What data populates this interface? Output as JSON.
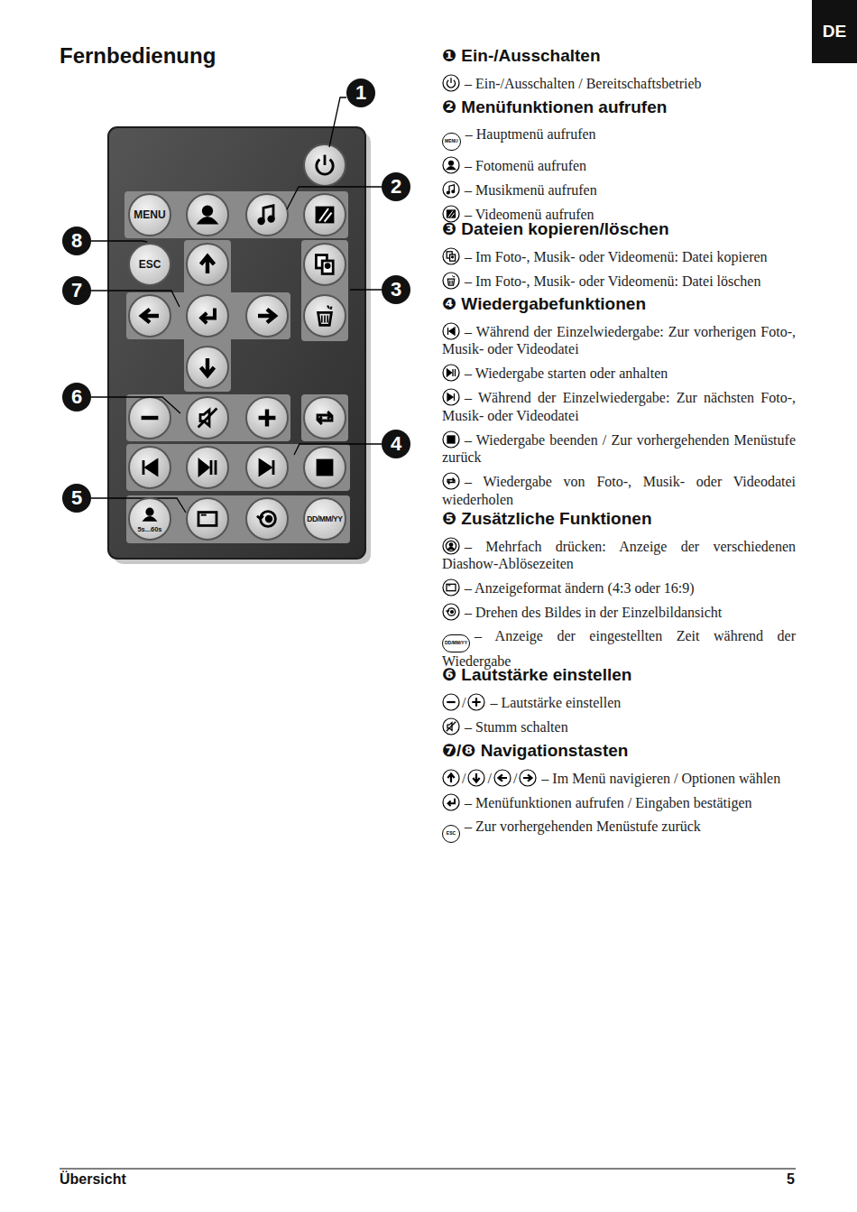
{
  "diagram": {
    "title": "Fernbedienung",
    "nodes": [
      {
        "text": [
          "DE"
        ]
      },
      {
        "text": [
          "1"
        ]
      },
      {
        "text": [
          "2"
        ]
      },
      {
        "text": [
          "3"
        ]
      },
      {
        "text": [
          "4"
        ]
      },
      {
        "text": [
          "5"
        ]
      },
      {
        "text": [
          "6"
        ]
      },
      {
        "text": [
          "7"
        ]
      },
      {
        "text": [
          "8"
        ]
      },
      {
        "text": [
          "MENU"
        ]
      },
      {
        "text": [
          "ESC"
        ]
      },
      {
        "text": [
          "5s...60s"
        ]
      },
      {
        "text": [
          "DD/MM/YY"
        ]
      }
    ],
    "labels": [
      "❶ Ein-/Ausschalten",
      "– Ein-/Ausschalten / Bereitschaftsbetrieb",
      "❷ Menüfunktionen aufrufen",
      "MENU",
      "– Hauptmenü aufrufen",
      "– Fotomenü aufrufen",
      "– Musikmenü aufrufen",
      "– Videomenü aufrufen",
      "❸ Dateien kopieren/löschen",
      "– Im Foto-, Musik- oder Videomenü: Datei kopieren",
      "– Im Foto-, Musik- oder Videomenü: Datei löschen",
      "❹ Wiedergabefunktionen",
      "– Während der Einzelwiedergabe: Zur vorherigen Foto-, Musik- oder Videodatei",
      "– Wiedergabe starten oder anhalten",
      "– Während der Einzelwiedergabe: Zur nächsten Foto-, Musik- oder Videodatei",
      "– Wiedergabe beenden / Zur vorhergehenden Menüstufe zurück",
      "– Wiedergabe von Foto-, Musik- oder Videodatei wiederholen",
      "❺ Zusätzliche Funktionen",
      "– Mehrfach drücken: Anzeige der verschiedenen Diashow-Ablösezeiten",
      "– Anzeigeformat ändern (4:3 oder 16:9)",
      "– Drehen des Bildes in der Einzelbildansicht",
      "DD/MM/YY",
      "– Anzeige der eingestellten Zeit während der Wiedergabe",
      "❻ Lautstärke einstellen",
      "/",
      "– Lautstärke einstellen",
      "– Stumm schalten",
      "❼/❽ Navigationstasten",
      "/",
      "/",
      "/",
      "– Im Menü navigieren / Optionen wählen",
      "– Menüfunktionen aufrufen / Eingaben bestätigen",
      "ESC",
      "– Zur vorhergehenden Menüstufe zurück",
      "Übersicht",
      "5"
    ]
  }
}
